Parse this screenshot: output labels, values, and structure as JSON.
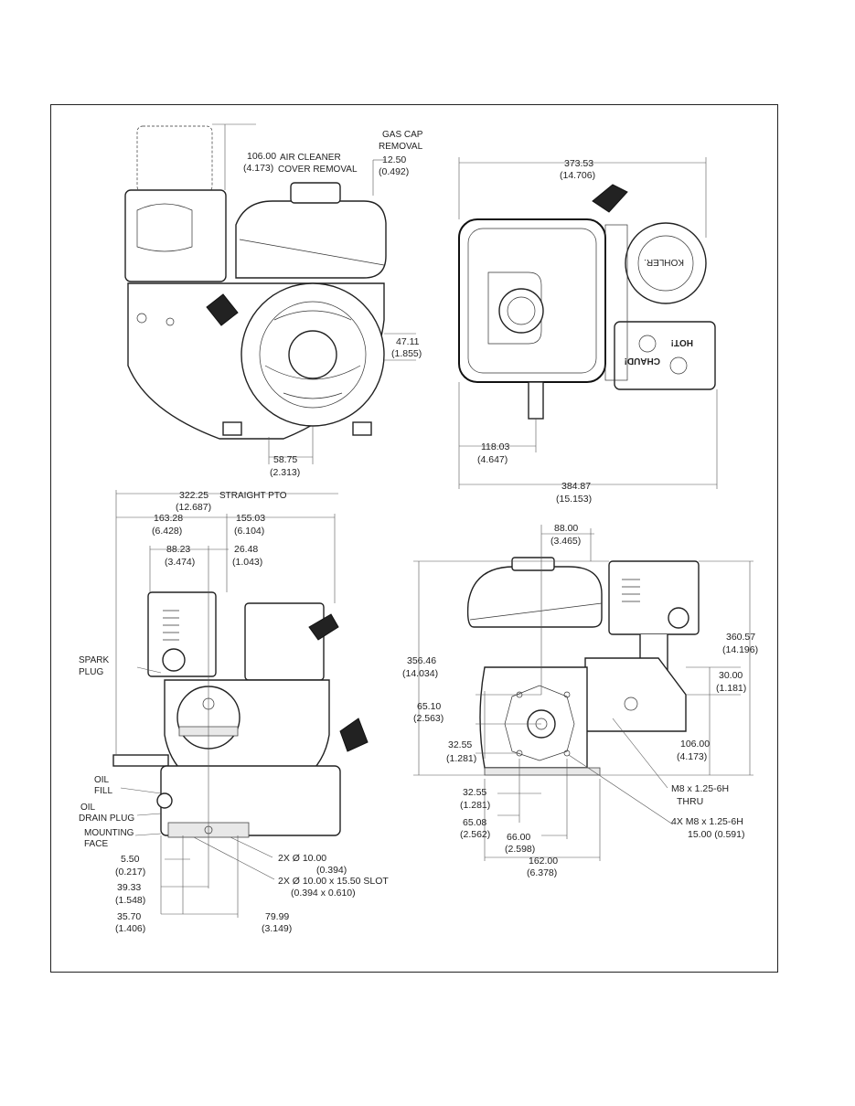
{
  "views": {
    "side": {
      "labels": {
        "air_cleaner": [
          "AIR CLEANER",
          "COVER REMOVAL"
        ],
        "gas_cap": [
          "GAS CAP",
          "REMOVAL"
        ]
      },
      "dims": [
        {
          "mm": "106.00",
          "in": "(4.173)"
        },
        {
          "mm": "12.50",
          "in": "(0.492)"
        },
        {
          "mm": "47.11",
          "in": "(1.855)"
        },
        {
          "mm": "58.75",
          "in": "(2.313)"
        }
      ]
    },
    "top": {
      "dims": [
        {
          "mm": "373.53",
          "in": "(14.706)"
        },
        {
          "mm": "118.03",
          "in": "(4.647)"
        },
        {
          "mm": "384.87",
          "in": "(15.153)"
        }
      ],
      "marks": {
        "brand": "KOHLER.",
        "hot": "HOT!",
        "chaud": "CHAUD!"
      }
    },
    "front": {
      "labels": {
        "straight_pto": "STRAIGHT PTO",
        "spark_plug": [
          "SPARK",
          "PLUG"
        ],
        "oil_fill": [
          "OIL",
          "FILL"
        ],
        "oil_drain": [
          "OIL",
          "DRAIN PLUG"
        ],
        "mounting_face": [
          "MOUNTING",
          "FACE"
        ],
        "hole": {
          "mm": "2X Ø 10.00",
          "in": "(0.394)"
        },
        "slot": {
          "mm": "2X Ø 10.00 x 15.50 SLOT",
          "in": "(0.394 x 0.610)"
        }
      },
      "dims": [
        {
          "mm": "322.25",
          "in": "(12.687)"
        },
        {
          "mm": "163.28",
          "in": "(6.428)"
        },
        {
          "mm": "155.03",
          "in": "(6.104)"
        },
        {
          "mm": "88.23",
          "in": "(3.474)"
        },
        {
          "mm": "26.48",
          "in": "(1.043)"
        },
        {
          "mm": "5.50",
          "in": "(0.217)"
        },
        {
          "mm": "39.33",
          "in": "(1.548)"
        },
        {
          "mm": "35.70",
          "in": "(1.406)"
        },
        {
          "mm": "79.99",
          "in": "(3.149)"
        }
      ]
    },
    "rear": {
      "labels": {
        "m8_thru": [
          "M8 x 1.25-6H",
          "THRU"
        ],
        "m8_4x": [
          "4X M8 x 1.25-6H",
          "15.00 (0.591)"
        ]
      },
      "dims": [
        {
          "mm": "88.00",
          "in": "(3.465)"
        },
        {
          "mm": "356.46",
          "in": "(14.034)"
        },
        {
          "mm": "360.57",
          "in": "(14.196)"
        },
        {
          "mm": "30.00",
          "in": "(1.181)"
        },
        {
          "mm": "65.10",
          "in": "(2.563)"
        },
        {
          "mm": "32.55",
          "in": "(1.281)"
        },
        {
          "mm": "106.00",
          "in": "(4.173)"
        },
        {
          "mm": "32.55",
          "in": "(1.281)"
        },
        {
          "mm": "65.08",
          "in": "(2.562)"
        },
        {
          "mm": "66.00",
          "in": "(2.598)"
        },
        {
          "mm": "162.00",
          "in": "(6.378)"
        }
      ]
    }
  }
}
